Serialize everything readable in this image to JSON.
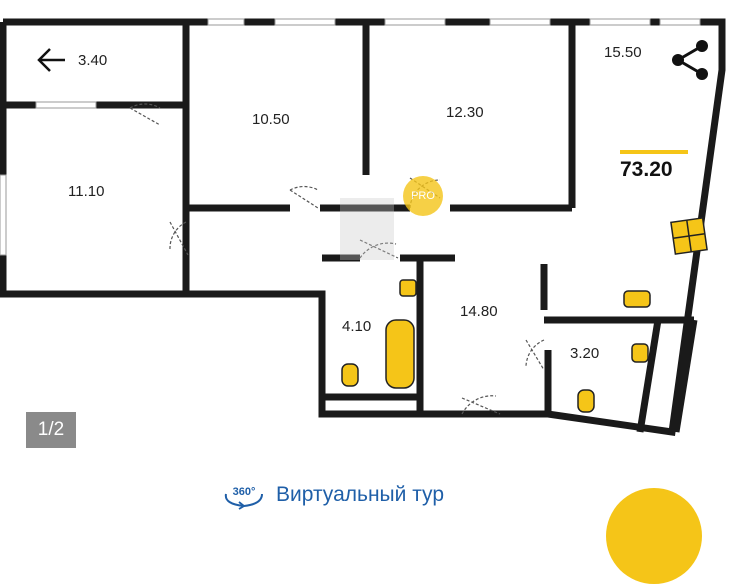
{
  "plan": {
    "rooms": [
      {
        "label": "3.40"
      },
      {
        "label": "10.50"
      },
      {
        "label": "12.30"
      },
      {
        "label": "15.50"
      },
      {
        "label": "11.10"
      },
      {
        "label": "4.10"
      },
      {
        "label": "14.80"
      },
      {
        "label": "3.20"
      }
    ],
    "total_area": "73.20",
    "watermark": "PRO"
  },
  "controls": {
    "back_icon": "arrow-left-icon",
    "share_icon": "share-icon"
  },
  "pager": {
    "label": "1/2"
  },
  "tour": {
    "icon": "360-icon",
    "icon_text": "360°",
    "label": "Виртуальный тур"
  },
  "colors": {
    "wall": "#1a1a1a",
    "accent": "#f5c518",
    "link": "#1f5fa8",
    "badge": "#8a8a8a"
  }
}
